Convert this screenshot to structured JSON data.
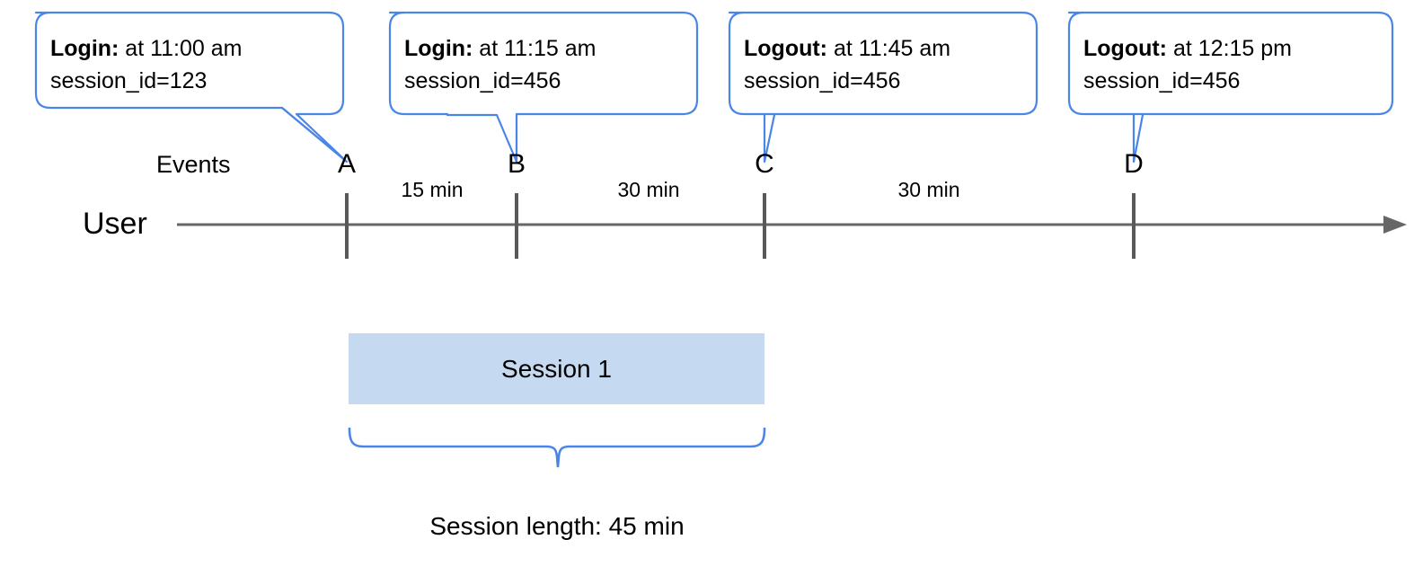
{
  "diagram": {
    "lanes": [
      {
        "id": "events",
        "label": "Events"
      },
      {
        "id": "user",
        "label": "User"
      }
    ],
    "callouts": [
      {
        "id": "callout-a",
        "lead": "Login:",
        "rest": " at 11:00 am",
        "line2": "session_id=123",
        "target": "A"
      },
      {
        "id": "callout-b",
        "lead": "Login:",
        "rest": " at 11:15 am",
        "line2": "session_id=456",
        "target": "B"
      },
      {
        "id": "callout-c",
        "lead": "Logout:",
        "rest": " at 11:45 am",
        "line2": "session_id=456",
        "target": "C"
      },
      {
        "id": "callout-d",
        "lead": "Logout:",
        "rest": " at 12:15 pm",
        "line2": "session_id=456",
        "target": "D"
      }
    ],
    "markers": [
      {
        "id": "A",
        "label": "A"
      },
      {
        "id": "B",
        "label": "B"
      },
      {
        "id": "C",
        "label": "C"
      },
      {
        "id": "D",
        "label": "D"
      }
    ],
    "intervals": [
      {
        "id": "a-b",
        "label": "15 min"
      },
      {
        "id": "b-c",
        "label": "30 min"
      },
      {
        "id": "c-d",
        "label": "30 min"
      }
    ],
    "session": {
      "bar_label": "Session 1",
      "brace_caption": "Session length: 45 min"
    },
    "colors": {
      "callout_stroke": "#4a86e8",
      "axis": "#666666",
      "marker": "#595959",
      "session_fill": "#c5d9f1",
      "brace_stroke": "#4a86e8",
      "text": "#000000"
    }
  }
}
